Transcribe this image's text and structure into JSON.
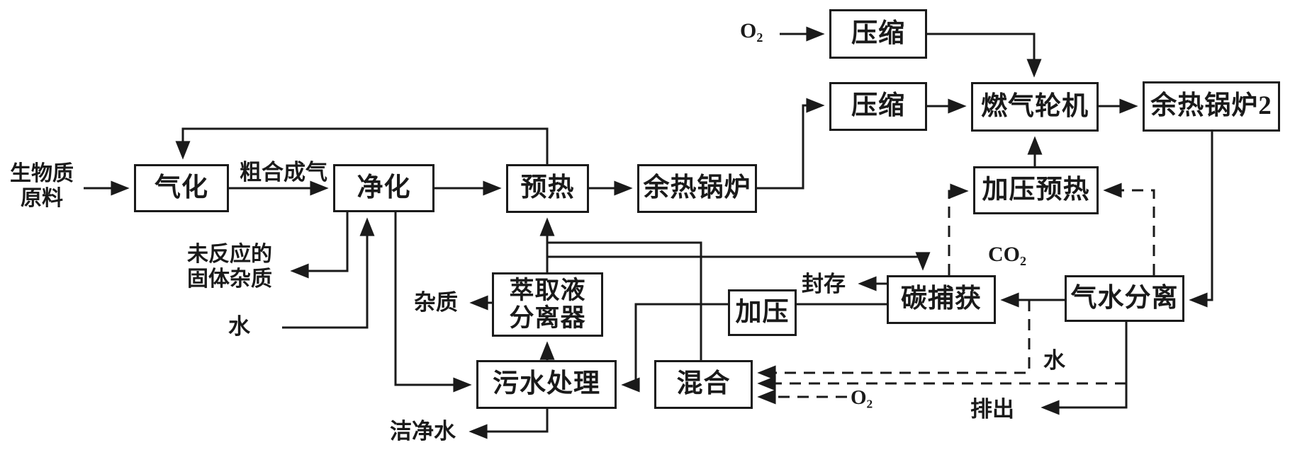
{
  "diagram": {
    "type": "process-flow",
    "colors": {
      "line": "#1a1a1a",
      "box_border": "#1a1a1a",
      "background": "#ffffff"
    },
    "nodes": {
      "qihua": {
        "label": "气化"
      },
      "jinghua": {
        "label": "净化"
      },
      "yure": {
        "label": "预热"
      },
      "yureguolu": {
        "label": "余热锅炉"
      },
      "yasuo_top": {
        "label": "压缩"
      },
      "yasuo_mid": {
        "label": "压缩"
      },
      "ranqilunji": {
        "label": "燃气轮机"
      },
      "yureguolu2": {
        "label": "余热锅炉2"
      },
      "jiayayure": {
        "label": "加压预热"
      },
      "tanbuhuo": {
        "label": "碳捕获"
      },
      "qishuifenli": {
        "label": "气水分离"
      },
      "jiaya": {
        "label": "加压"
      },
      "cuquye": {
        "line1": "萃取液",
        "line2": "分离器"
      },
      "wushuichuli": {
        "label": "污水处理"
      },
      "hunhe": {
        "label": "混合"
      }
    },
    "labels": {
      "biomass_line1": "生物质",
      "biomass_line2": "原料",
      "crude_syngas": "粗合成气",
      "o2_top": "O₂",
      "co2": "CO₂",
      "fengcun": "封存",
      "shui_right": "水",
      "o2_bottom": "O₂",
      "paichu": "排出",
      "unreacted_line1": "未反应的",
      "unreacted_line2": "固体杂质",
      "zazhi": "杂质",
      "shui_left": "水",
      "jiejingshui": "洁净水"
    }
  }
}
